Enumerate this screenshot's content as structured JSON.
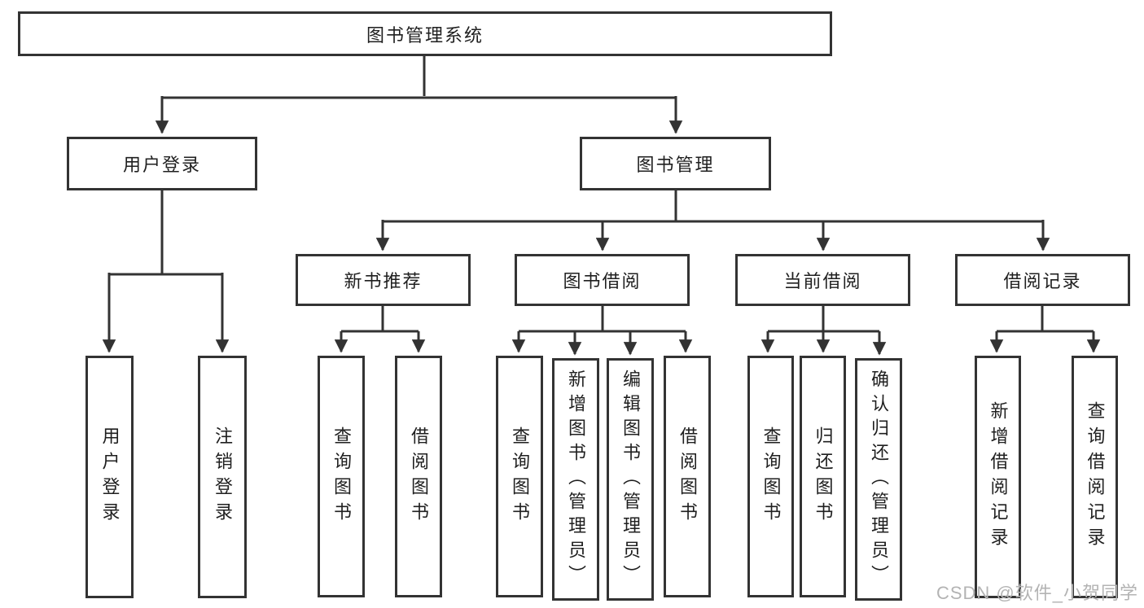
{
  "tree": {
    "root": "图书管理系统",
    "level1": [
      {
        "label": "用户登录",
        "children": [
          {
            "label": "用户登录"
          },
          {
            "label": "注销登录"
          }
        ]
      },
      {
        "label": "图书管理",
        "groups": [
          {
            "label": "新书推荐",
            "children": [
              {
                "label": "查询图书"
              },
              {
                "label": "借阅图书"
              }
            ]
          },
          {
            "label": "图书借阅",
            "children": [
              {
                "label": "查询图书"
              },
              {
                "label": "新增图书（管理员）"
              },
              {
                "label": "编辑图书（管理员）"
              },
              {
                "label": "借阅图书"
              }
            ]
          },
          {
            "label": "当前借阅",
            "children": [
              {
                "label": "查询图书"
              },
              {
                "label": "归还图书"
              },
              {
                "label": "确认归还（管理员）"
              }
            ]
          },
          {
            "label": "借阅记录",
            "children": [
              {
                "label": "新增借阅记录"
              },
              {
                "label": "查询借阅记录"
              }
            ]
          }
        ]
      }
    ]
  },
  "watermark": "CSDN @软件_小贺同学",
  "colors": {
    "line": "#333333",
    "text": "#1f1f1f",
    "watermark": "#b3b3b3",
    "background": "#ffffff"
  }
}
